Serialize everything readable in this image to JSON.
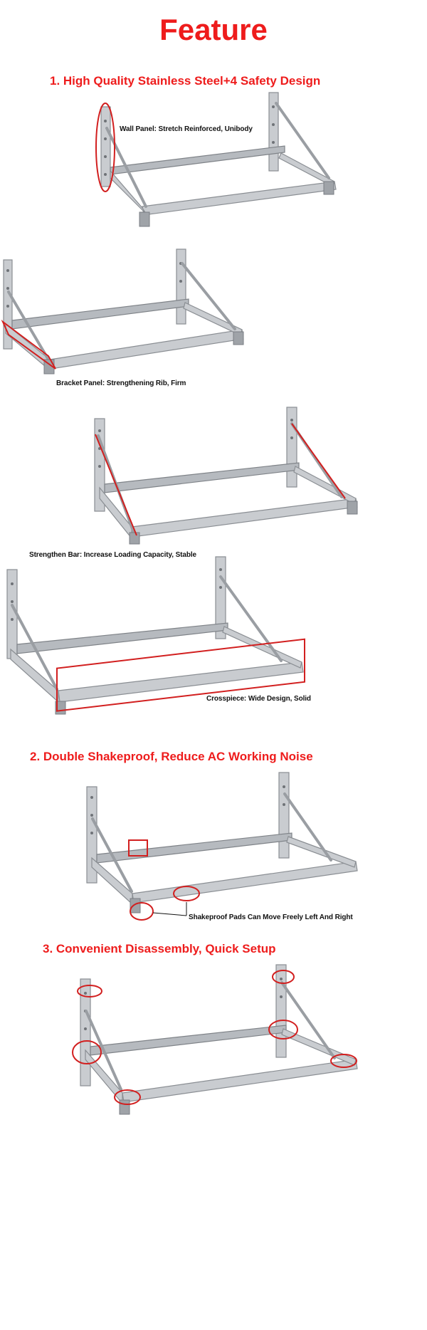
{
  "page_title": "Feature",
  "sections": [
    {
      "heading": "1. High Quality Stainless Steel+4 Safety Design"
    },
    {
      "heading": "2. Double Shakeproof, Reduce AC Working Noise"
    },
    {
      "heading": "3. Convenient Disassembly, Quick Setup"
    }
  ],
  "captions": {
    "wall_panel": "Wall Panel: Stretch Reinforced, Unibody",
    "bracket_panel": "Bracket Panel: Strengthening Rib, Firm",
    "strengthen_bar": "Strengthen Bar: Increase Loading Capacity, Stable",
    "crosspiece": "Crosspiece: Wide Design, Solid",
    "shakeproof": "Shakeproof Pads Can Move Freely Left And Right"
  },
  "colors": {
    "accent": "#ee1c1c",
    "marker": "#d21f1f",
    "steel": "#c9ccd0"
  },
  "icons": [
    "bracket-image",
    "highlight-ellipse",
    "highlight-box",
    "arrow-pointer"
  ]
}
